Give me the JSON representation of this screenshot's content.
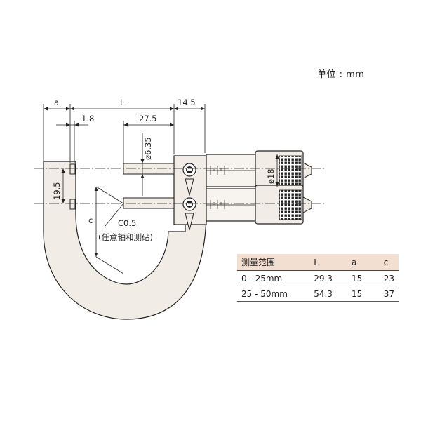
{
  "unit_label": "单位 : mm",
  "dimensions": {
    "a": "a",
    "L": "L",
    "d14_5": "14.5",
    "d1_8": "1.8",
    "d27_5": "27.5",
    "d6_35": "ø6.35",
    "d18": "ø18",
    "d19_5": "19.5",
    "c": "c",
    "chamfer": "C0.5",
    "chamfer_note": "(任意轴和测砧)"
  },
  "table": {
    "headers": [
      "测量范围",
      "L",
      "a",
      "c"
    ],
    "rows": [
      [
        "0 - 25mm",
        "29.3",
        "15",
        "23"
      ],
      [
        "25 - 50mm",
        "54.3",
        "15",
        "37"
      ]
    ]
  },
  "colors": {
    "body_fill": "#f2ece7",
    "header_fill": "#f3ded2",
    "line": "#222222"
  }
}
